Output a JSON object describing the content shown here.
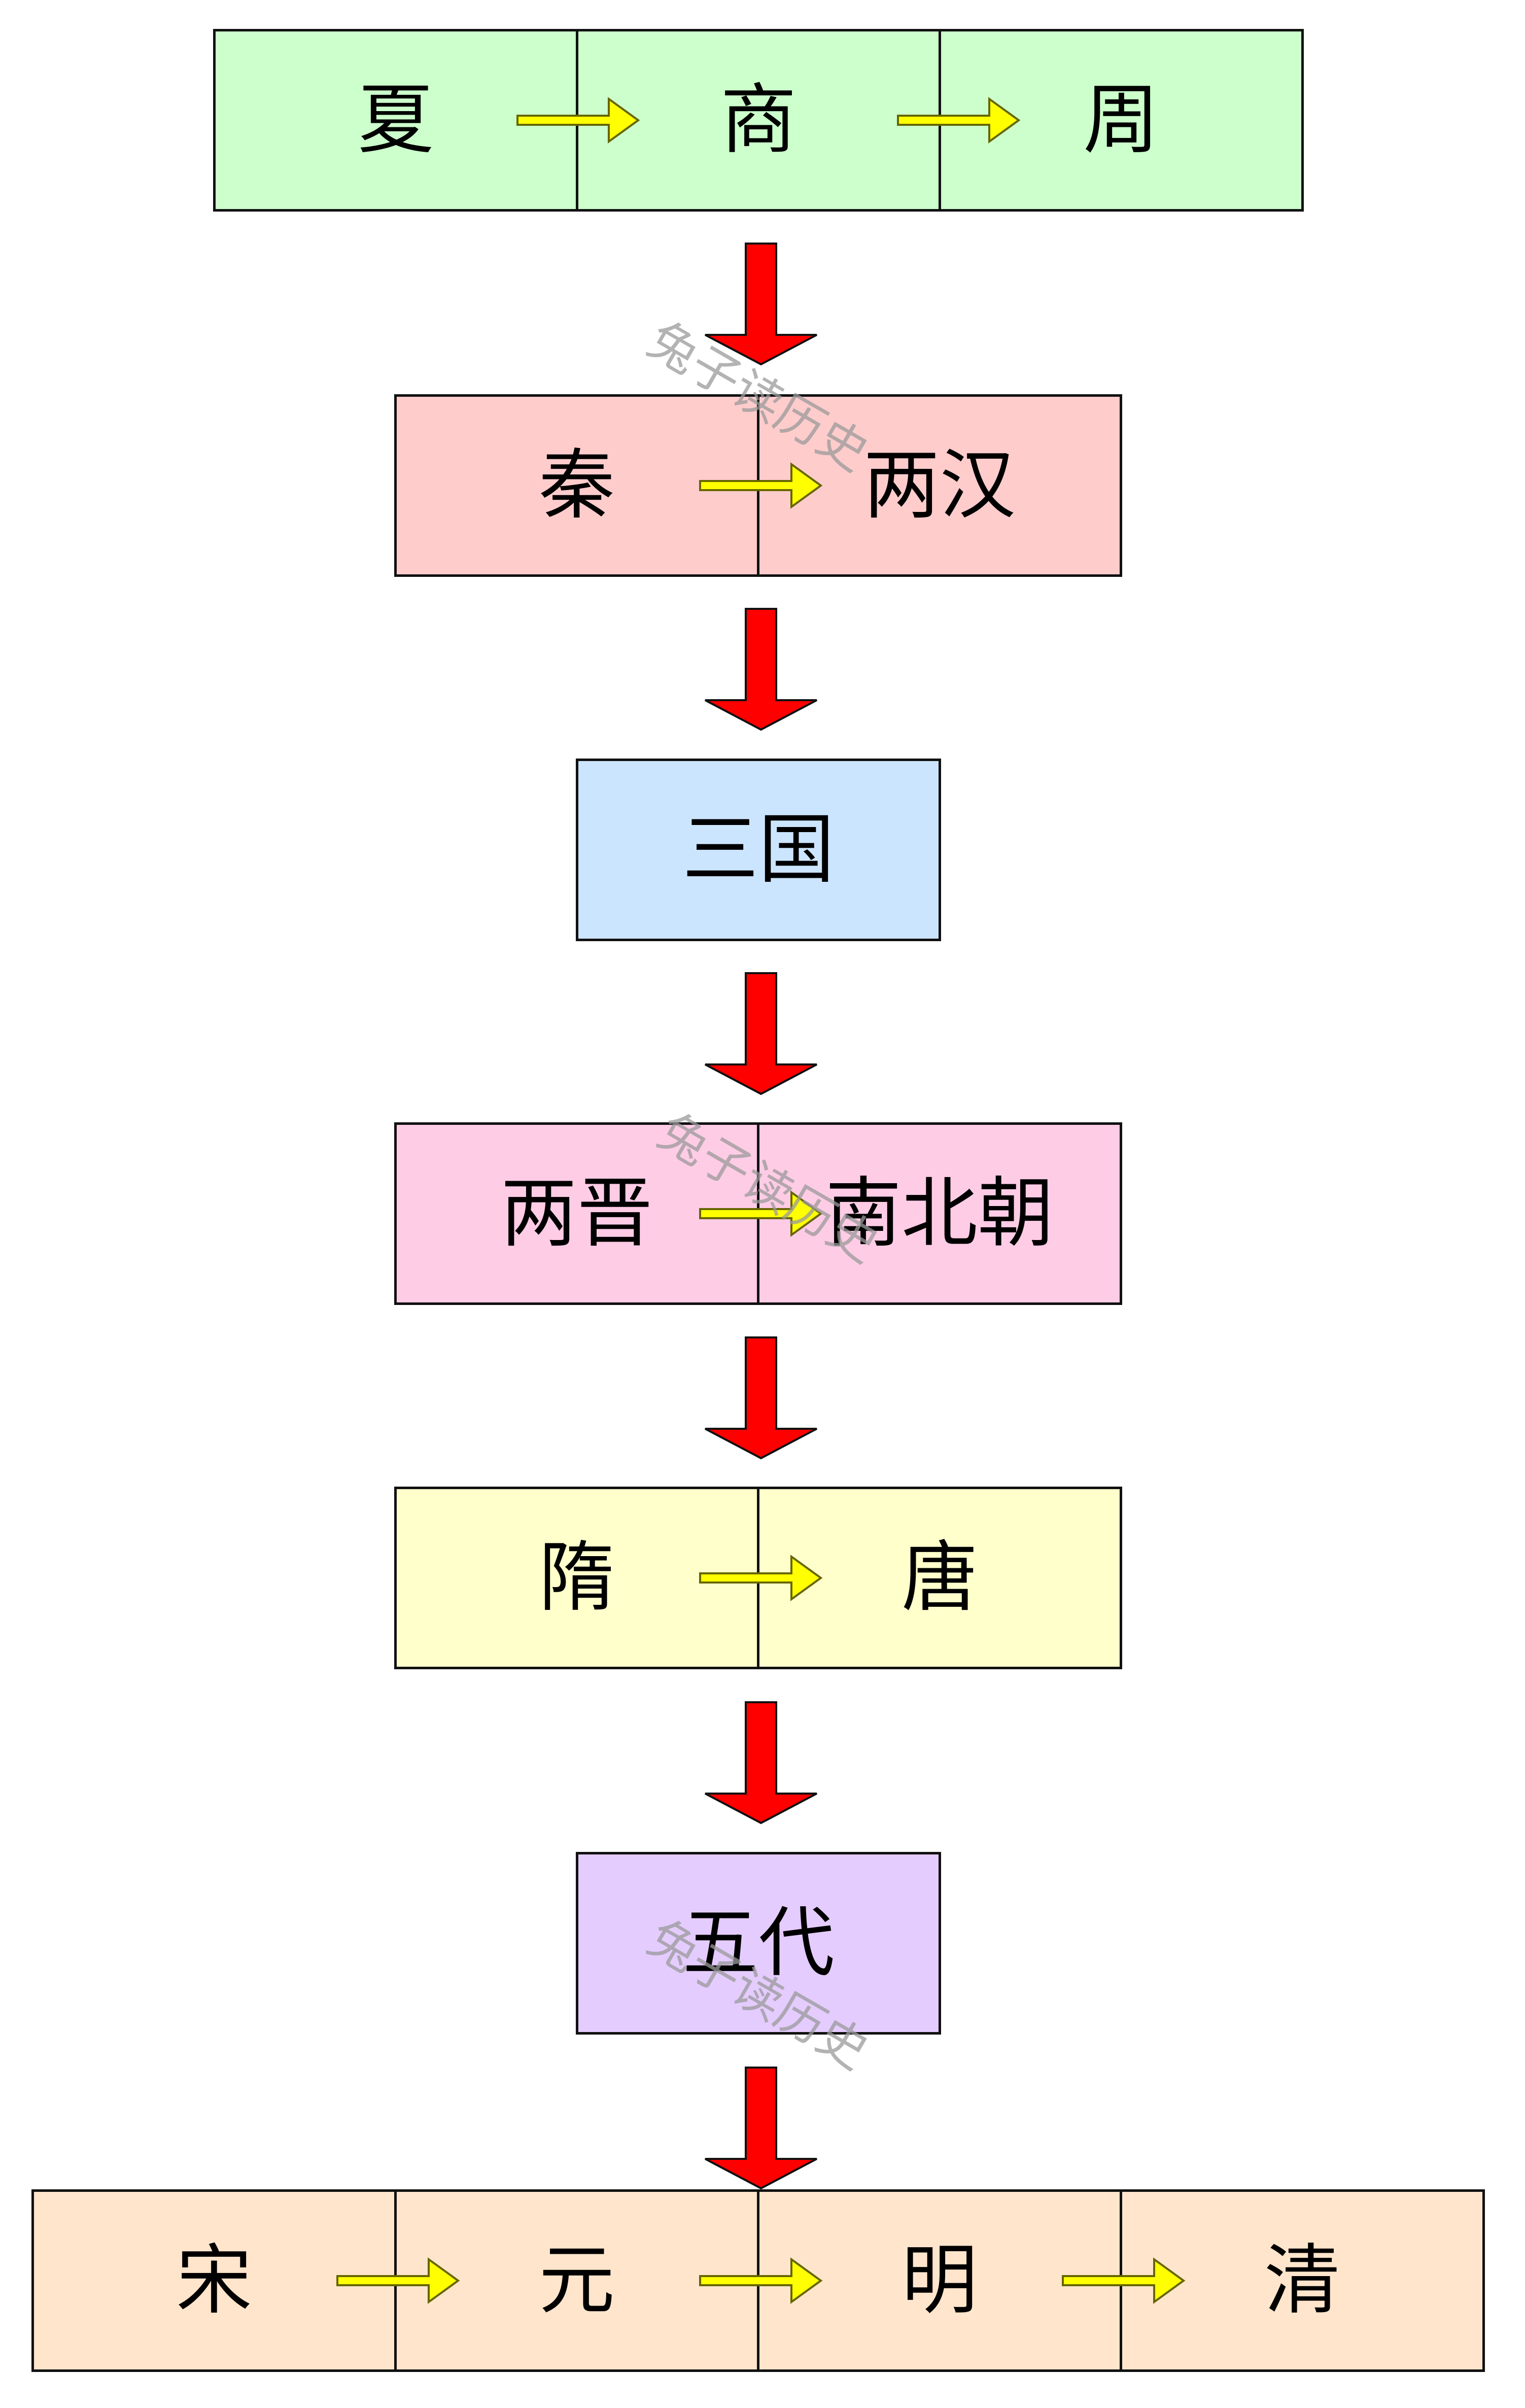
{
  "colors": {
    "border": "#111111",
    "down_arrow": "#ff0000",
    "right_arrow_fill": "#ffff00",
    "right_arrow_stroke": "#666600"
  },
  "watermark": "兔子读历史",
  "rows": [
    {
      "name": "xia-shang-zhou",
      "fill": "#ccffcc",
      "cells": [
        "夏",
        "商",
        "周"
      ]
    },
    {
      "name": "qin-han",
      "fill": "#ffcccc",
      "cells": [
        "秦",
        "两汉"
      ]
    },
    {
      "name": "three-kingdoms",
      "fill": "#cce5ff",
      "cells": [
        "三国"
      ]
    },
    {
      "name": "jin-nanbei",
      "fill": "#ffcce6",
      "cells": [
        "两晋",
        "南北朝"
      ]
    },
    {
      "name": "sui-tang",
      "fill": "#ffffcc",
      "cells": [
        "隋",
        "唐"
      ]
    },
    {
      "name": "five-dynasties",
      "fill": "#e5ccff",
      "cells": [
        "五代"
      ]
    },
    {
      "name": "song-yuan-ming-qing",
      "fill": "#ffe5cc",
      "cells": [
        "宋",
        "元",
        "明",
        "清"
      ]
    }
  ]
}
